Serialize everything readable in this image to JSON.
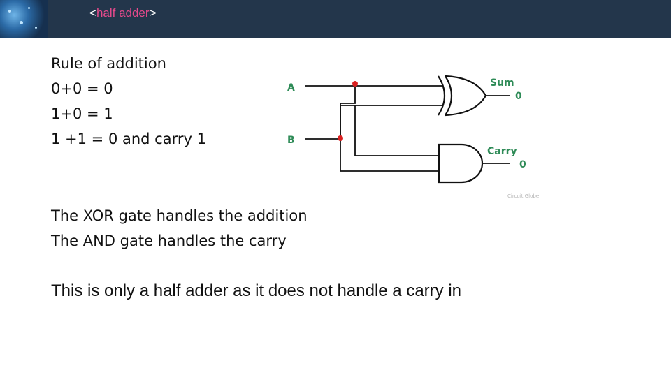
{
  "header": {
    "title_open": "<",
    "title_main": "half adder",
    "title_close": ">"
  },
  "rules": {
    "heading": "Rule of addition",
    "lines": [
      "0+0 = 0",
      "1+0 = 1",
      "1 +1 = 0 and carry 1"
    ]
  },
  "diagram": {
    "input_a": "A",
    "input_b": "B",
    "sum_label": "Sum",
    "sum_value": "0",
    "carry_label": "Carry",
    "carry_value": "0",
    "credit": "Circuit Globe",
    "label_color": "#2e8b57",
    "dot_color": "#d92020"
  },
  "explanation": {
    "lines": [
      "The XOR gate handles the addition",
      "The AND gate handles the carry"
    ]
  },
  "note": "This is only a half adder as it does not handle a carry in"
}
